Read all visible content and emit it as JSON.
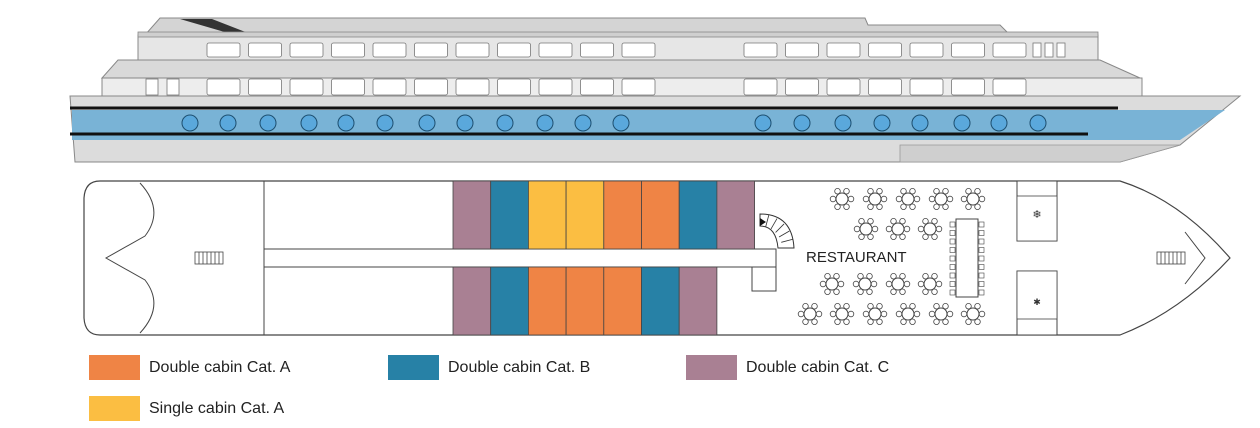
{
  "deck": {
    "restaurant_label": "RESTAURANT"
  },
  "cabin_colors": {
    "A": "#EF8445",
    "B": "#2781A6",
    "C": "#A98093",
    "S": "#FBBE42"
  },
  "cabins": {
    "top_row": [
      "C",
      "B",
      "S",
      "S",
      "A",
      "A",
      "B",
      "C"
    ],
    "bottom_row": [
      "C",
      "B",
      "A",
      "A",
      "A",
      "B",
      "C"
    ]
  },
  "legend": [
    {
      "key": "A",
      "label": "Double cabin Cat. A",
      "color": "#EF8445"
    },
    {
      "key": "B",
      "label": "Double cabin Cat. B",
      "color": "#2781A6"
    },
    {
      "key": "C",
      "label": "Double cabin Cat. C",
      "color": "#A98093"
    },
    {
      "key": "S",
      "label": "Single cabin Cat. A",
      "color": "#FBBE42"
    }
  ]
}
